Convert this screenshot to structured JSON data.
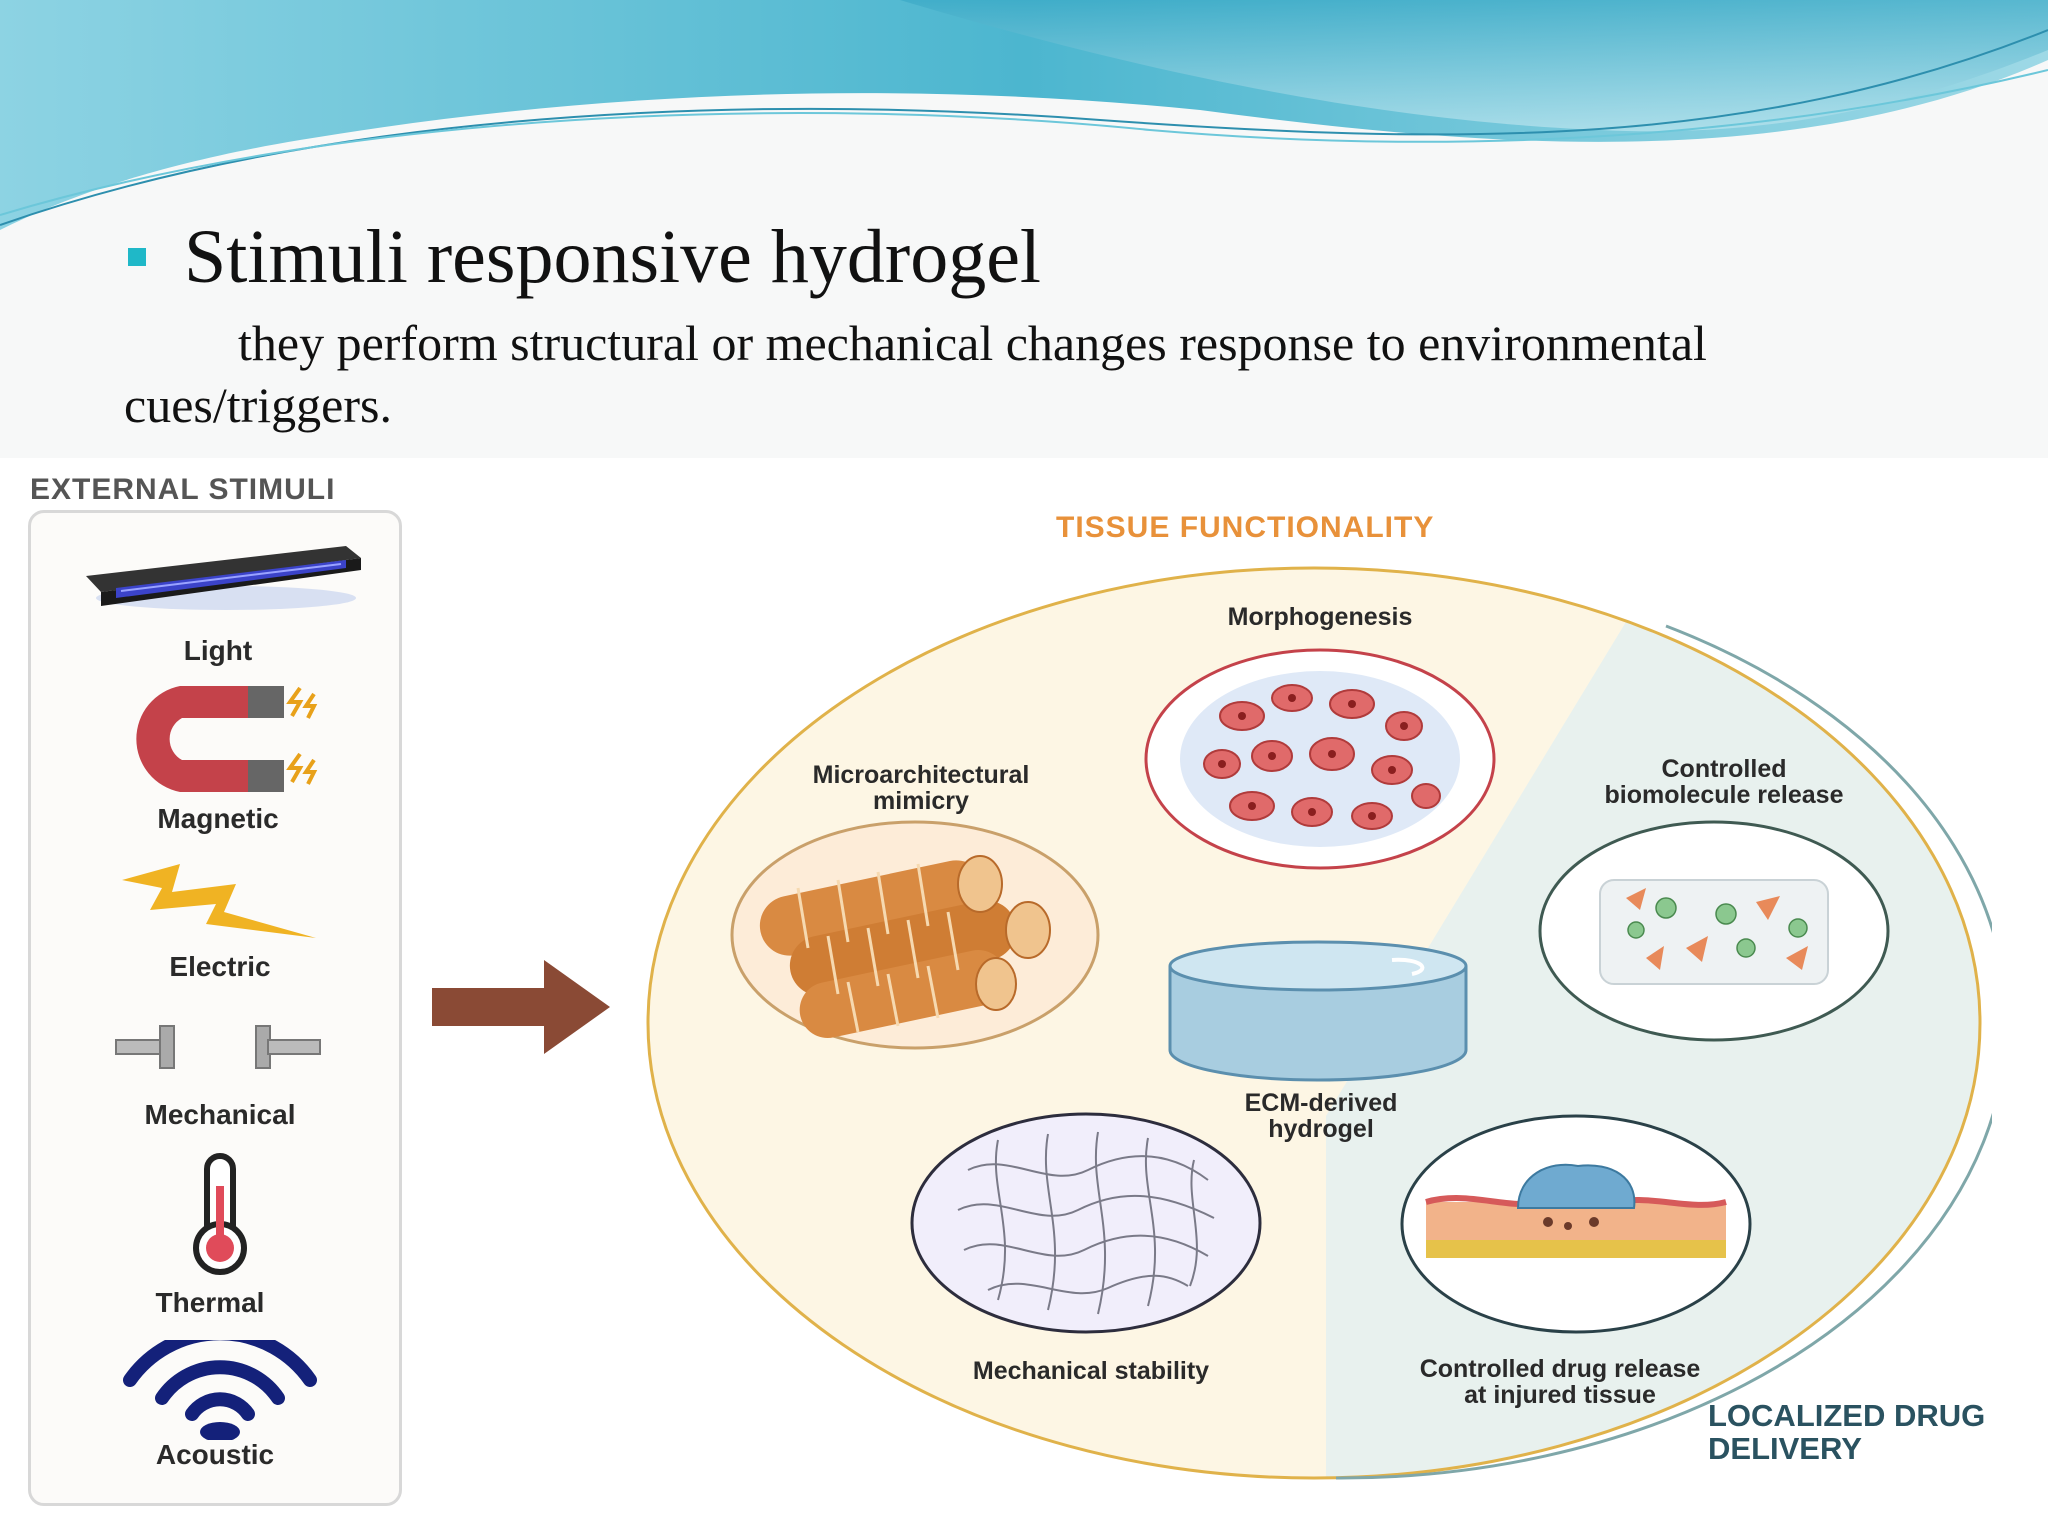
{
  "header": {
    "title": "Stimuli responsive hydrogel",
    "body_line1": "they perform structural or mechanical changes response to environmental",
    "body_line2": "cues/triggers."
  },
  "figure": {
    "stimuli_heading": "EXTERNAL STIMULI",
    "stimuli": [
      {
        "label": "Light",
        "icon": "uv-lamp-icon"
      },
      {
        "label": "Magnetic",
        "icon": "magnet-icon"
      },
      {
        "label": "Electric",
        "icon": "lightning-icon"
      },
      {
        "label": "Mechanical",
        "icon": "pistons-icon"
      },
      {
        "label": "Thermal",
        "icon": "thermometer-icon"
      },
      {
        "label": "Acoustic",
        "icon": "sound-waves-icon"
      }
    ],
    "tissue_heading": "TISSUE FUNCTIONALITY",
    "delivery_heading_line1": "LOCALIZED DRUG",
    "delivery_heading_line2": "DELIVERY",
    "center_label_line1": "ECM-derived",
    "center_label_line2": "hydrogel",
    "functions": {
      "morphogenesis": "Morphogenesis",
      "micro_line1": "Microarchitectural",
      "micro_line2": "mimicry",
      "mech_stability": "Mechanical stability",
      "biomol_line1": "Controlled",
      "biomol_line2": "biomolecule release",
      "drug_line1": "Controlled drug release",
      "drug_line2": "at injured tissue"
    },
    "colors": {
      "accent_teal": "#1fb8c8",
      "heading_orange": "#e8913a",
      "heading_teal": "#2a5260",
      "arrow_brown": "#8a4a35",
      "tissue_fill": "#fdf6e4",
      "delivery_fill": "#e8f1ee"
    }
  }
}
